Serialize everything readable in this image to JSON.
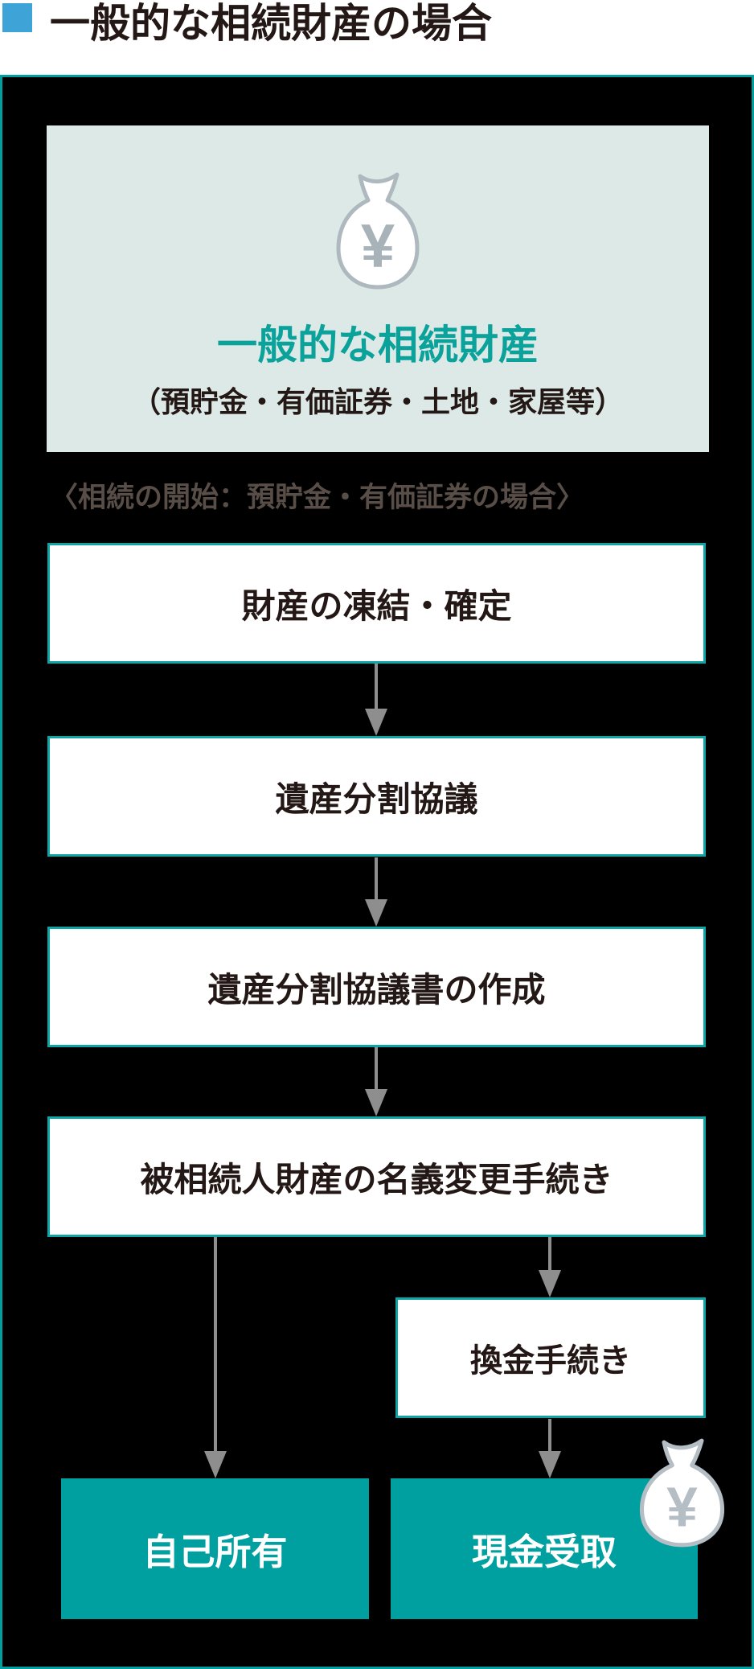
{
  "header": {
    "title": "一般的な相続財産の場合",
    "marker_color": "#3ea4d7"
  },
  "asset_card": {
    "title": "一般的な相続財産",
    "subtitle": "（預貯金・有価証券・土地・家屋等）",
    "icon": "money-bag-yen-icon",
    "bg_color": "#dde9e6",
    "title_color": "#0ba29b"
  },
  "section_label": "〈相続の開始：預貯金・有価証券の場合〉",
  "flow": {
    "steps": [
      {
        "id": "step-1",
        "label": "財産の凍結・確定"
      },
      {
        "id": "step-2",
        "label": "遺産分割協議"
      },
      {
        "id": "step-3",
        "label": "遺産分割協議書の作成"
      },
      {
        "id": "step-4",
        "label": "被相続人財産の名義変更手続き"
      },
      {
        "id": "step-5",
        "label": "換金手続き"
      }
    ],
    "outcomes": [
      {
        "id": "outcome-own",
        "label": "自己所有"
      },
      {
        "id": "outcome-cash",
        "label": "現金受取",
        "icon": "money-bag-yen-icon"
      }
    ]
  },
  "icons": {
    "yen": "¥"
  },
  "colors": {
    "ink": "#231815",
    "accent_teal": "#00a0a0",
    "box_border_teal": "#0da5a5",
    "panel_bg": "#000000",
    "arrow_gray": "#8e8e8e",
    "bag_outline_gray": "#aeb8bf"
  }
}
